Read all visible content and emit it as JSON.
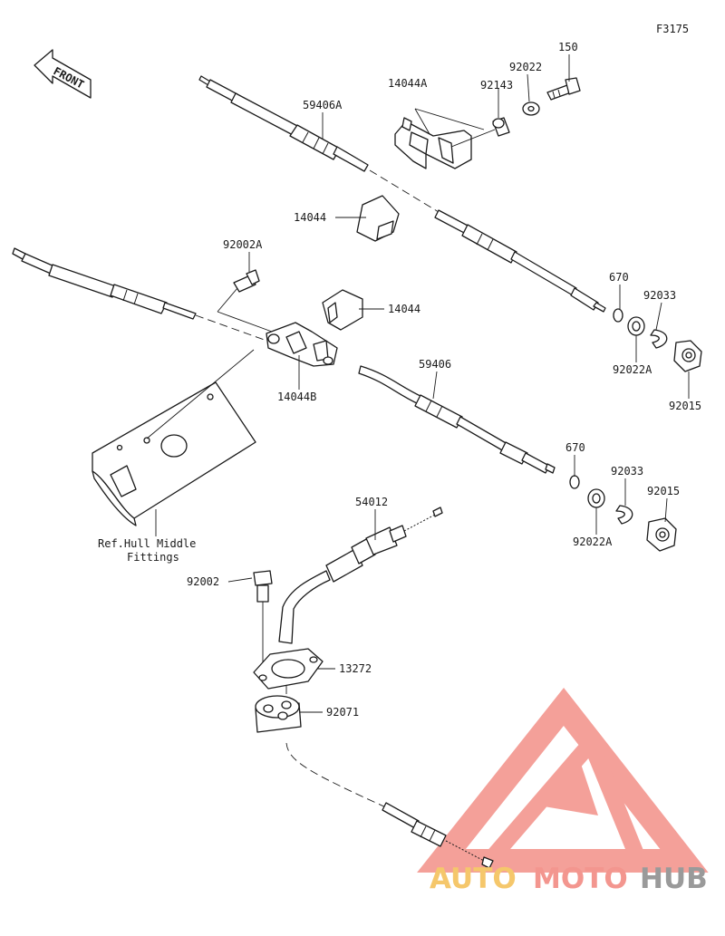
{
  "figure_code": "F3175",
  "front_label": "FRONT",
  "labels": {
    "p150": "150",
    "p92022": "92022",
    "p92143": "92143",
    "p14044A": "14044A",
    "p59406A": "59406A",
    "p14044_top": "14044",
    "p92002A": "92002A",
    "p14044_mid": "14044",
    "p670_a": "670",
    "p92033_a": "92033",
    "p92022A_a": "92022A",
    "p92015_a": "92015",
    "p14044B": "14044B",
    "p59406": "59406",
    "p670_b": "670",
    "p92033_b": "92033",
    "p92015_b": "92015",
    "p92022A_b": "92022A",
    "p54012": "54012",
    "p92002": "92002",
    "p13272": "13272",
    "p92071": "92071"
  },
  "ref_note": {
    "line1": "Ref.Hull Middle",
    "line2": "Fittings"
  },
  "watermark": {
    "part1": "AUTO",
    "part2": "MOTO",
    "part3": "HUB",
    "color_primary": "#f3968f",
    "color_accent": "#f5c76b",
    "color_dark": "#9a9a9a"
  }
}
